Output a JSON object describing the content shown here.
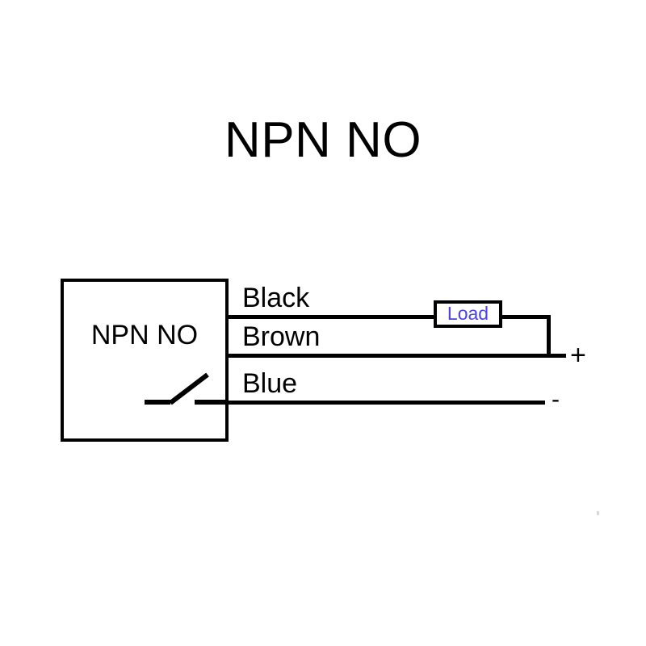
{
  "diagram": {
    "title": "NPN NO",
    "type": "sensor-wiring-diagram",
    "background_color": "#ffffff",
    "line_color": "#000000"
  },
  "sensor": {
    "label": "NPN NO",
    "switch_symbol": "normally-open-contact"
  },
  "wires": [
    {
      "label": "Black",
      "color_name": "Black",
      "terminal": "load"
    },
    {
      "label": "Brown",
      "color_name": "Brown",
      "terminal": "+"
    },
    {
      "label": "Blue",
      "color_name": "Blue",
      "terminal": "-"
    }
  ],
  "load": {
    "label": "Load",
    "text_color": "#4a41e8"
  },
  "terminals": {
    "positive": "+",
    "negative": "-"
  }
}
